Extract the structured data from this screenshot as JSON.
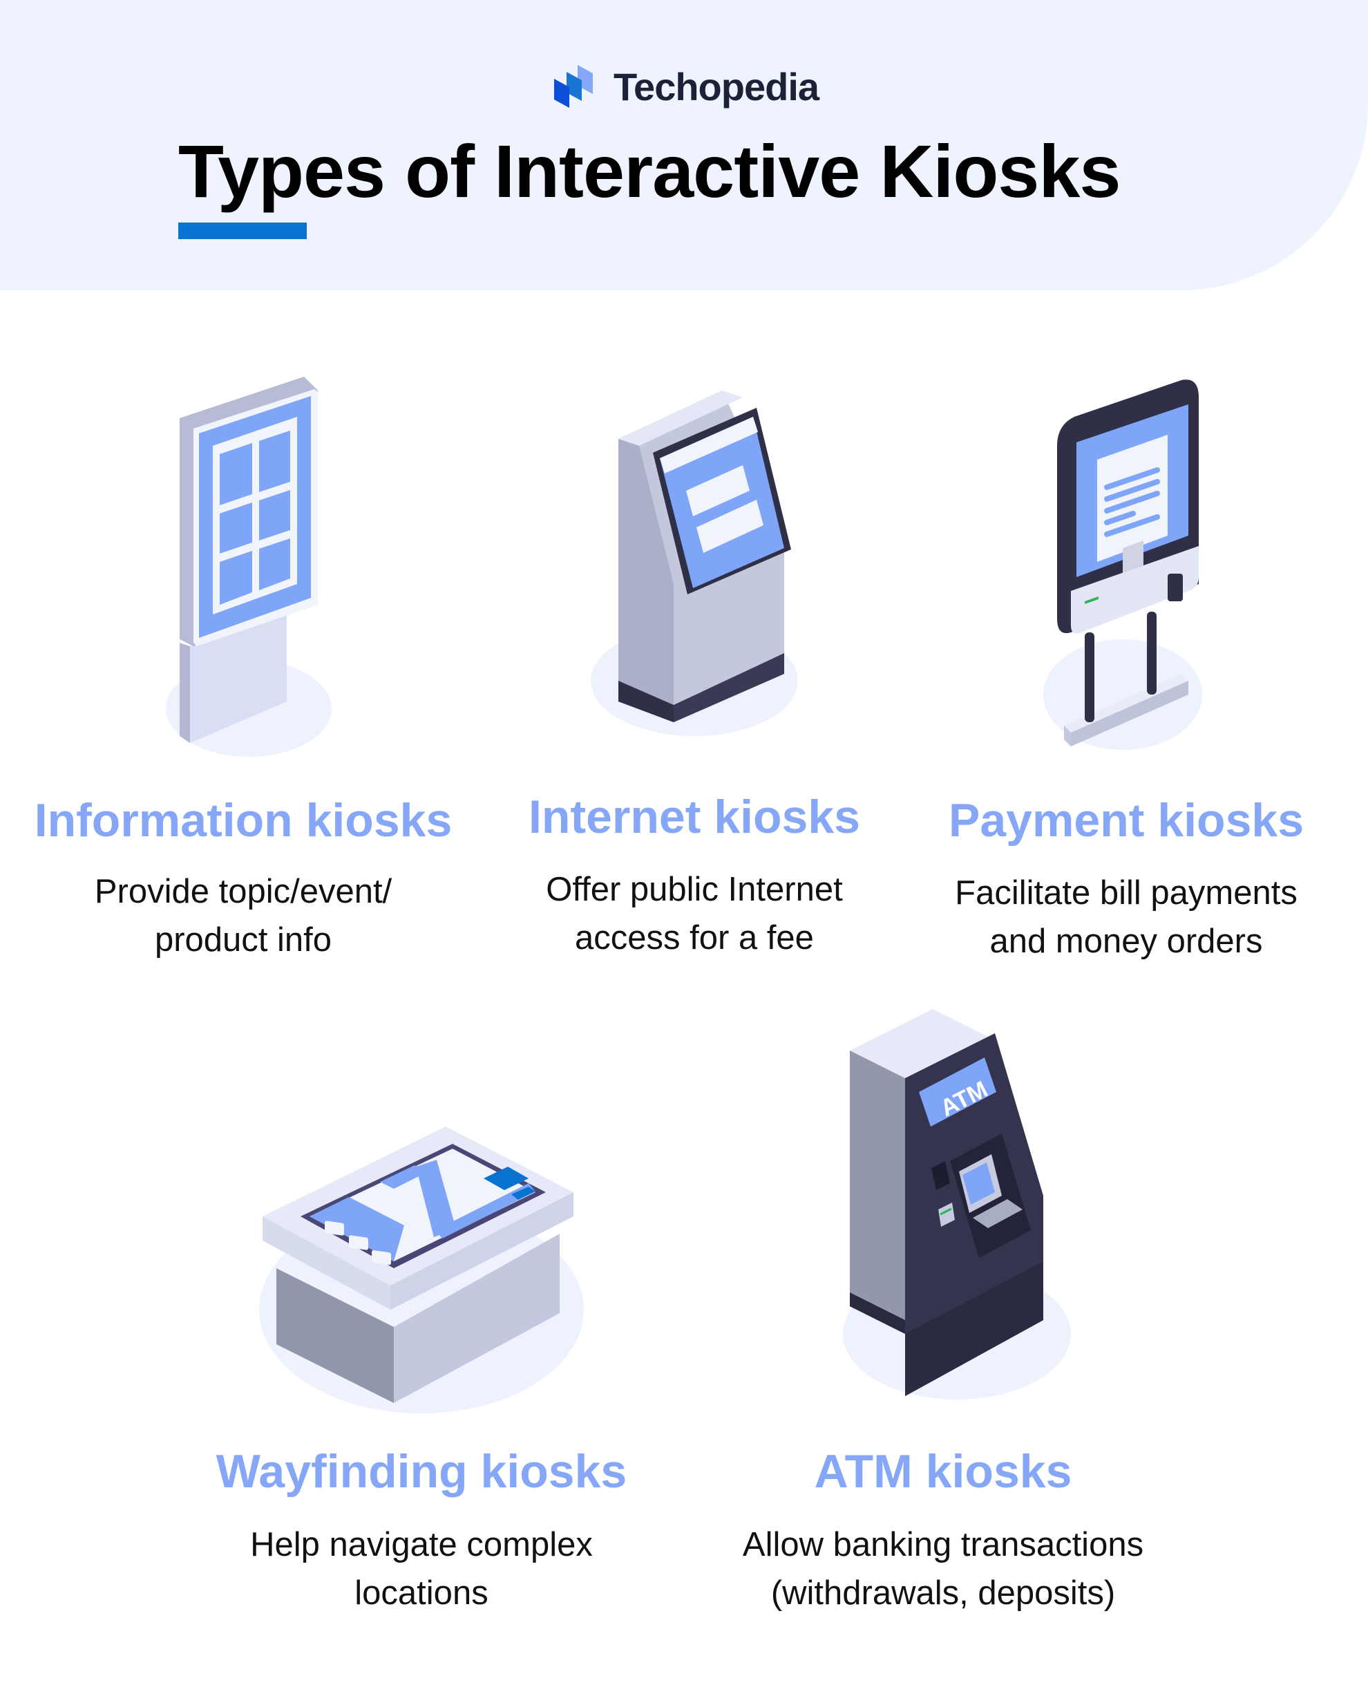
{
  "header": {
    "brand": "Techopedia",
    "title": "Types of Interactive Kiosks",
    "accent_color": "#0a73d1",
    "background": "#eef3fe"
  },
  "kiosks": [
    {
      "title": "Information kiosks",
      "desc_line1": "Provide topic/event/",
      "desc_line2": "product info",
      "icon": "information-kiosk-icon"
    },
    {
      "title": "Internet kiosks",
      "desc_line1": "Offer public Internet",
      "desc_line2": "access for a fee",
      "icon": "internet-kiosk-icon"
    },
    {
      "title": "Payment kiosks",
      "desc_line1": "Facilitate bill payments",
      "desc_line2": "and money orders",
      "icon": "payment-kiosk-icon"
    },
    {
      "title": "Wayfinding kiosks",
      "desc_line1": "Help navigate complex",
      "desc_line2": "locations",
      "icon": "wayfinding-kiosk-icon"
    },
    {
      "title": "ATM kiosks",
      "desc_line1": "Allow banking transactions",
      "desc_line2": "(withdrawals, deposits)",
      "icon": "atm-kiosk-icon",
      "screen_label": "ATM"
    }
  ],
  "colors": {
    "title_blue": "#86a7f7",
    "screen_blue": "#7ea5f8",
    "dark_navy": "#2f2f47",
    "light_body": "#c7cbe0"
  }
}
